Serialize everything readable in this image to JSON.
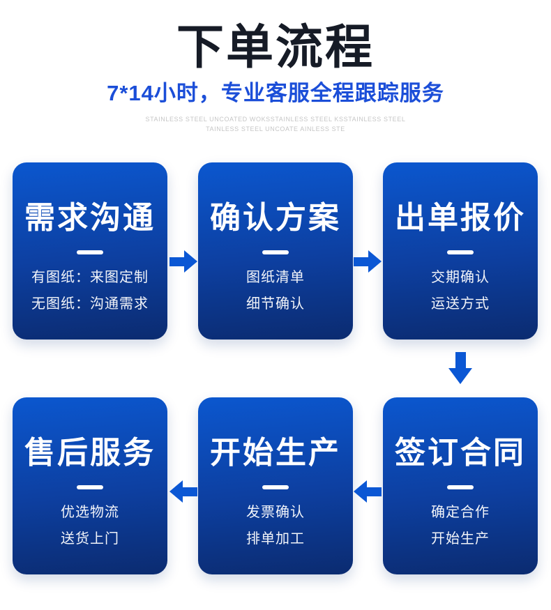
{
  "header": {
    "title": "下单流程",
    "subtitle": "7*14小时，专业客服全程跟踪服务",
    "watermark_line1": "STAINLESS STEEL UNCOATED WOKSSTAINLESS STEEL KSSTAINLESS STEEL",
    "watermark_line2": "TAINLESS STEEL UNCOATE AINLESS STE"
  },
  "steps": [
    {
      "title": "需求沟通",
      "lines": [
        "有图纸：来图定制",
        "无图纸：沟通需求"
      ]
    },
    {
      "title": "确认方案",
      "lines": [
        "图纸清单",
        "细节确认"
      ]
    },
    {
      "title": "出单报价",
      "lines": [
        "交期确认",
        "运送方式"
      ]
    },
    {
      "title": "签订合同",
      "lines": [
        "确定合作",
        "开始生产"
      ]
    },
    {
      "title": "开始生产",
      "lines": [
        "发票确认",
        "排单加工"
      ]
    },
    {
      "title": "售后服务",
      "lines": [
        "优选物流",
        "送货上门"
      ]
    }
  ],
  "colors": {
    "accent_blue": "#0b57d4",
    "title_color": "#161b26",
    "subtitle_color": "#1b4ed8",
    "watermark_color": "#c6c6c6",
    "box_top": "#0b57cf",
    "box_mid": "#0d3fa0",
    "box_bottom": "#0b2b70",
    "card_text": "#ffffff"
  }
}
